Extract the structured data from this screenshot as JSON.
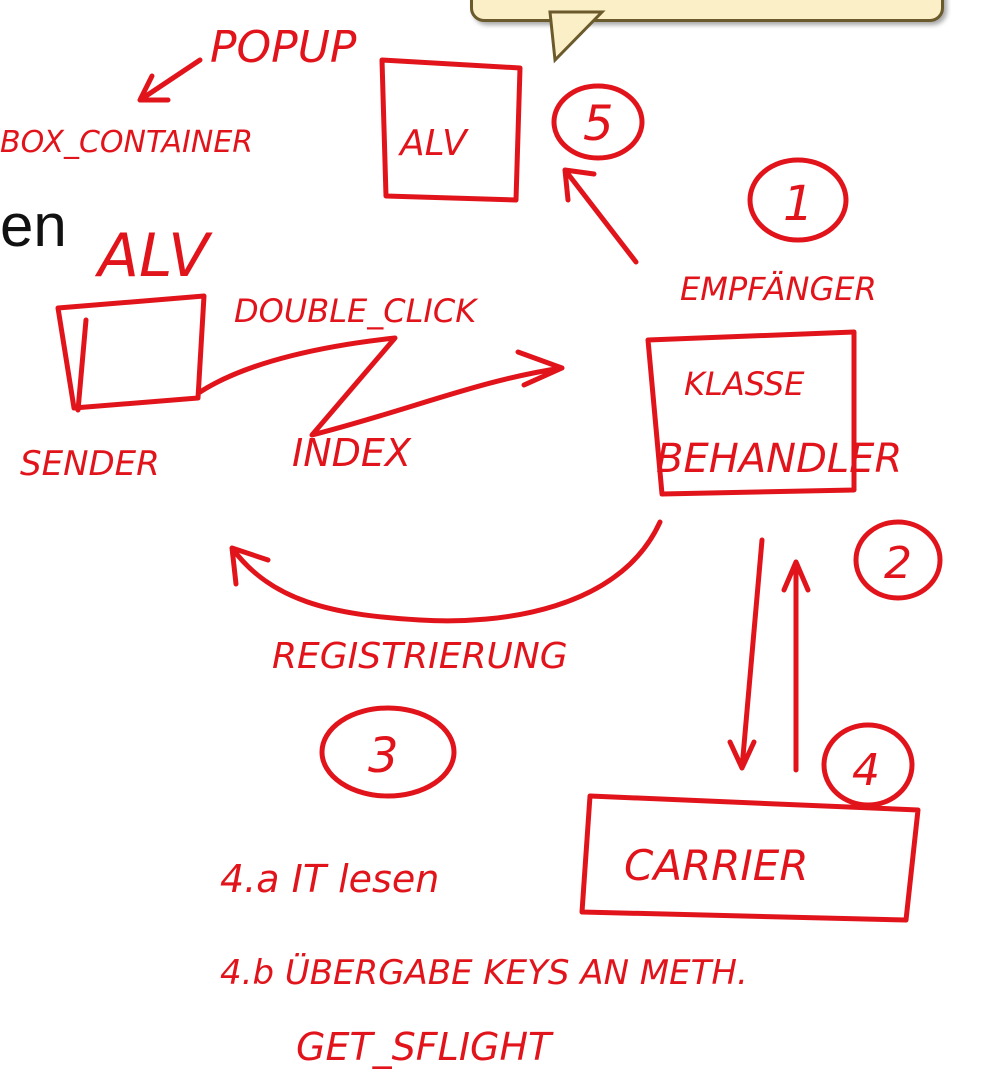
{
  "slide": {
    "fragment_text": "en"
  },
  "callout": {
    "visible_text": ""
  },
  "sketch": {
    "ink_color": "#e2141b",
    "labels": {
      "popup": "POPUP",
      "box_container": "BOX_CONTAINER",
      "alv_popup_box": "ALV",
      "step_5": "5",
      "alv_main": "ALV",
      "double_click": "DOUBLE_CLICK",
      "step_1": "1",
      "empfaenger": "EMPFÄNGER",
      "klasse": "KLASSE",
      "behandler": "BEHANDLER",
      "sender": "SENDER",
      "index": "INDEX",
      "step_2": "2",
      "registrierung": "REGISTRIERUNG",
      "step_3": "3",
      "step_4": "4",
      "carrier": "CARRIER",
      "note_4a": "4.a IT lesen",
      "note_4b": "4.b ÜBERGABE KEYS AN METH.",
      "note_get": "GET_SFLIGHT"
    }
  }
}
